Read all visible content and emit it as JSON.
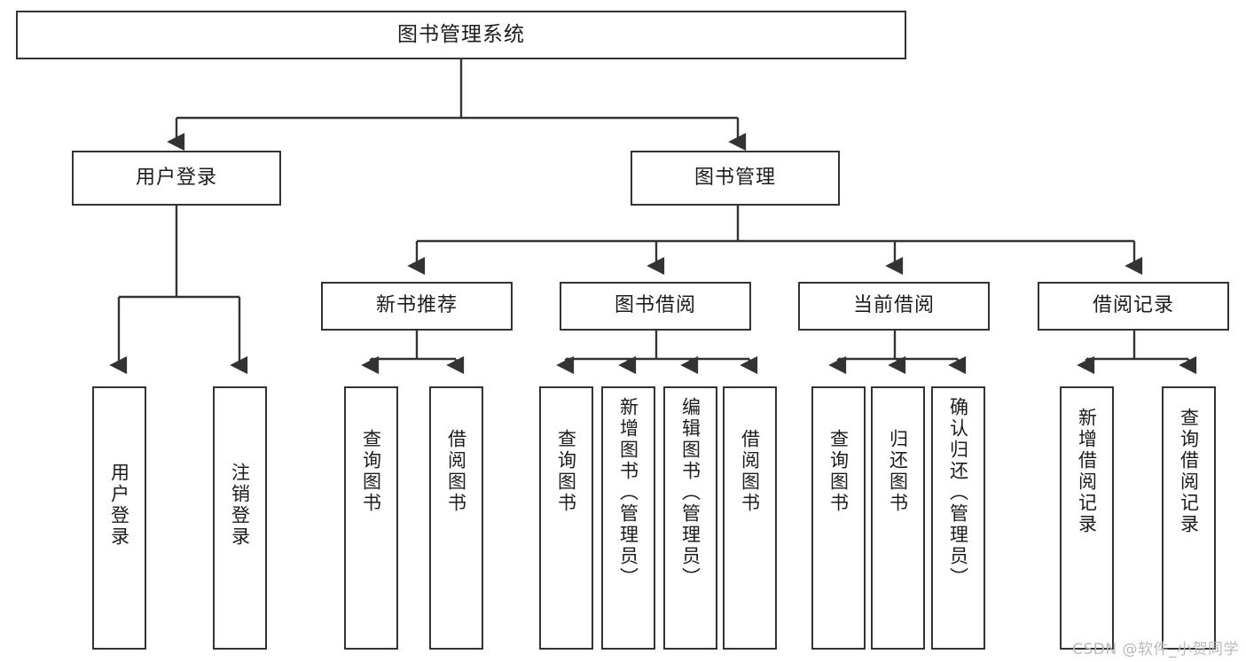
{
  "diagram": {
    "type": "tree",
    "title": "图书管理系统",
    "orientation": "top-down",
    "edge_color": "#333333",
    "box_border_color": "#333333",
    "box_fill_color": "#ffffff",
    "text_color": "#1c1c1c",
    "background_color": "#ffffff"
  },
  "nodes": {
    "root": {
      "label": "图书管理系统",
      "level": 1
    },
    "l2": [
      {
        "id": "user-login",
        "label": "用户登录",
        "level": 2
      },
      {
        "id": "book-manage",
        "label": "图书管理",
        "level": 2
      }
    ],
    "l3": [
      {
        "id": "new-book-recommend",
        "label": "新书推荐",
        "level": 3,
        "parent": "book-manage"
      },
      {
        "id": "book-borrow",
        "label": "图书借阅",
        "level": 3,
        "parent": "book-manage"
      },
      {
        "id": "current-borrow",
        "label": "当前借阅",
        "level": 3,
        "parent": "book-manage"
      },
      {
        "id": "borrow-record",
        "label": "借阅记录",
        "level": 3,
        "parent": "book-manage"
      }
    ],
    "leaves": [
      {
        "id": "leaf-user-login",
        "label": "用户登录",
        "parent": "user-login",
        "orientation": "vertical"
      },
      {
        "id": "leaf-user-logout",
        "label": "注销登录",
        "parent": "user-login",
        "orientation": "vertical"
      },
      {
        "id": "leaf-query-book-1",
        "label": "查询图书",
        "parent": "new-book-recommend",
        "orientation": "vertical"
      },
      {
        "id": "leaf-borrow-book-1",
        "label": "借阅图书",
        "parent": "new-book-recommend",
        "orientation": "vertical"
      },
      {
        "id": "leaf-query-book-2",
        "label": "查询图书",
        "parent": "book-borrow",
        "orientation": "vertical"
      },
      {
        "id": "leaf-add-book",
        "label": "新增图书（管理员）",
        "parent": "book-borrow",
        "orientation": "vertical"
      },
      {
        "id": "leaf-edit-book",
        "label": "编辑图书（管理员）",
        "parent": "book-borrow",
        "orientation": "vertical"
      },
      {
        "id": "leaf-borrow-book-2",
        "label": "借阅图书",
        "parent": "book-borrow",
        "orientation": "vertical"
      },
      {
        "id": "leaf-query-book-3",
        "label": "查询图书",
        "parent": "current-borrow",
        "orientation": "vertical"
      },
      {
        "id": "leaf-return-book",
        "label": "归还图书",
        "parent": "current-borrow",
        "orientation": "vertical"
      },
      {
        "id": "leaf-confirm-return",
        "label": "确认归还（管理员）",
        "parent": "current-borrow",
        "orientation": "vertical"
      },
      {
        "id": "leaf-add-record",
        "label": "新增借阅记录",
        "parent": "borrow-record",
        "orientation": "vertical"
      },
      {
        "id": "leaf-query-record",
        "label": "查询借阅记录",
        "parent": "borrow-record",
        "orientation": "vertical"
      }
    ]
  },
  "watermark": {
    "text": "CSDN @软件_小贺同学"
  }
}
